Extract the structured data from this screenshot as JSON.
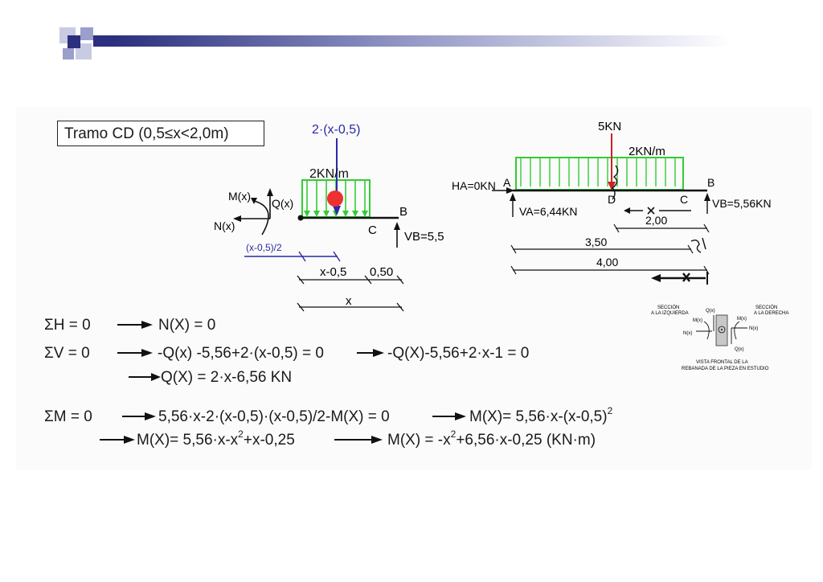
{
  "title": "Tramo CD (0,5≤x<2,0m)",
  "left_diagram": {
    "resultant_label": "2·(x-0,5)",
    "load_label": "2KN/m",
    "moment_label": "M(x)",
    "shear_label": "Q(x)",
    "normal_label": "N(x)",
    "point_b": "B",
    "point_c": "C",
    "reaction_b": "VB=5,5",
    "lever_label": "(x-0,5)/2",
    "dim_x_minus": "x-0,5",
    "dim_half": "0,50",
    "dim_x": "x"
  },
  "right_diagram": {
    "point_load": "5KN",
    "load_label": "2KN/m",
    "ha_label": "HA=0KN",
    "point_a": "A",
    "point_d": "D",
    "point_c": "C",
    "point_b": "B",
    "va_label": "VA=6,44KN",
    "vb_label": "VB=5,56KN",
    "dim_200": "2,00",
    "dim_350": "3,50",
    "dim_400": "4,00"
  },
  "sign_convention": {
    "left_title_1": "SECCIÓN",
    "left_title_2": "A LA IZQUIERDA",
    "right_title_1": "SECCIÓN",
    "right_title_2": "A LA DERECHA",
    "q_top": "Q(x)",
    "m_left": "M(x)",
    "m_right": "M(x)",
    "n_left": "N(x)",
    "n_right": "N(x)",
    "q_bottom": "Q(x)",
    "caption_1": "VISTA FRONTAL DE LA",
    "caption_2": "REBANADA DE LA PIEZA EN ESTUDIO"
  },
  "equations": {
    "sum_h": "ΣH = 0",
    "n_result": "N(X) = 0",
    "sum_v": "ΣV = 0",
    "v_step1": "-Q(x) -5,56+2·(x-0,5) = 0",
    "v_step2": "-Q(X)-5,56+2·x-1 = 0",
    "q_result": "Q(X) = 2·x-6,56 KN",
    "sum_m": "ΣM = 0",
    "m_step1": "5,56·x-2·(x-0,5)·(x-0,5)/2-M(X) = 0",
    "m_step2": "M(X)= 5,56·x-(x-0,5)",
    "m_step2_exp": "2",
    "m_step3_a": "M(X)= 5,56·x-x",
    "m_step3_exp": "2",
    "m_step3_b": "+x-0,25",
    "m_result_a": "M(X) = -x",
    "m_result_exp": "2",
    "m_result_b": "+6,56·x-0,25 (KN·m)"
  },
  "colors": {
    "load_green": "#33cc33",
    "resultant_blue": "#2a2aa8",
    "point_load_red": "#cc2222",
    "dim_blue": "#2a2aa8",
    "header_navy": "#2b2f7e"
  }
}
